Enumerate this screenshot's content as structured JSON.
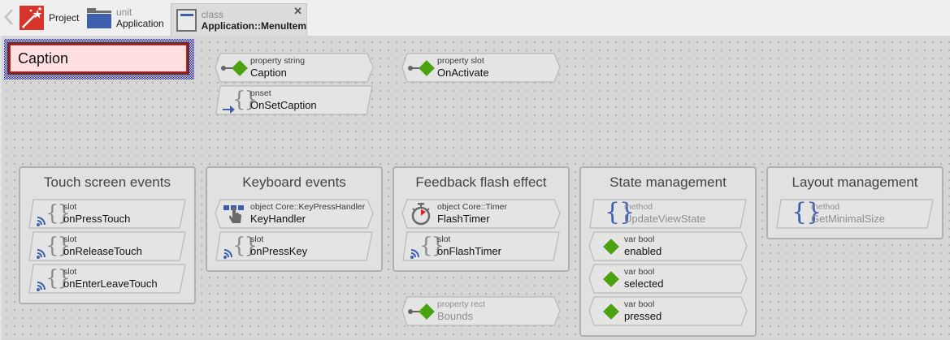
{
  "breadcrumb": {
    "back_icon": "chevron-left-icon",
    "project": {
      "label": "Project",
      "icon": "magic-wand-icon"
    },
    "unit": {
      "small": "unit",
      "label": "Application",
      "icon": "folder-icon"
    },
    "class": {
      "small": "class",
      "label": "Application::MenuItem",
      "icon": "class-icon",
      "close": "✕"
    }
  },
  "canvas": {
    "selected_item": {
      "text": "Caption"
    },
    "free_members": [
      {
        "id": "prop-caption",
        "kind": "property string",
        "name": "Caption",
        "icon": "property",
        "shape": "hex"
      },
      {
        "id": "onset-caption",
        "kind": "onset",
        "name": "OnSetCaption",
        "icon": "onset",
        "shape": "para"
      },
      {
        "id": "prop-onactivate",
        "kind": "property slot",
        "name": "OnActivate",
        "icon": "property",
        "shape": "hex"
      },
      {
        "id": "prop-bounds",
        "kind": "property rect",
        "name": "Bounds",
        "icon": "property",
        "shape": "hex",
        "dim": true
      }
    ],
    "groups": [
      {
        "title": "Touch screen events",
        "members": [
          {
            "kind": "slot",
            "name": "onPressTouch",
            "icon": "slot",
            "shape": "para"
          },
          {
            "kind": "slot",
            "name": "onReleaseTouch",
            "icon": "slot",
            "shape": "para"
          },
          {
            "kind": "slot",
            "name": "onEnterLeaveTouch",
            "icon": "slot",
            "shape": "para"
          }
        ]
      },
      {
        "title": "Keyboard events",
        "members": [
          {
            "kind": "object Core::KeyPressHandler",
            "name": "KeyHandler",
            "icon": "keyhandler",
            "shape": "hex"
          },
          {
            "kind": "slot",
            "name": "onPressKey",
            "icon": "slot",
            "shape": "para"
          }
        ]
      },
      {
        "title": "Feedback flash effect",
        "members": [
          {
            "kind": "object Core::Timer",
            "name": "FlashTimer",
            "icon": "timer",
            "shape": "hex"
          },
          {
            "kind": "slot",
            "name": "onFlashTimer",
            "icon": "slot",
            "shape": "para"
          }
        ]
      },
      {
        "title": "State management",
        "members": [
          {
            "kind": "method",
            "name": "UpdateViewState",
            "icon": "method",
            "shape": "para",
            "dim": true
          },
          {
            "kind": "var bool",
            "name": "enabled",
            "icon": "var",
            "shape": "hex"
          },
          {
            "kind": "var bool",
            "name": "selected",
            "icon": "var",
            "shape": "hex"
          },
          {
            "kind": "var bool",
            "name": "pressed",
            "icon": "var",
            "shape": "hex"
          }
        ]
      },
      {
        "title": "Layout management",
        "members": [
          {
            "kind": "method",
            "name": "GetMinimalSize",
            "icon": "method",
            "shape": "para",
            "dim": true
          }
        ]
      }
    ]
  },
  "colors": {
    "accent_blue": "#3e5fae",
    "property_green": "#4aa30e",
    "project_red": "#d9342b",
    "timer_red": "#e02020",
    "selection_fill": "#ffdfdf"
  }
}
